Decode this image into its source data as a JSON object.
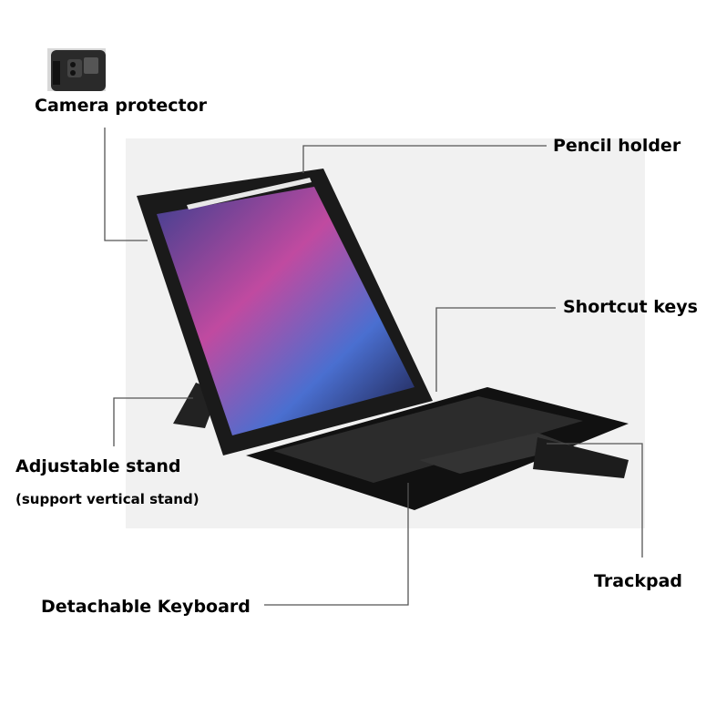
{
  "labels": {
    "camera_protector": "Camera protector",
    "pencil_holder": "Pencil holder",
    "shortcut_keys": "Shortcut keys",
    "adjustable_stand": "Adjustable stand",
    "adjustable_stand_note": "(support vertical stand)",
    "trackpad": "Trackpad",
    "detachable_keyboard": "Detachable Keyboard"
  },
  "colors": {
    "panel": "#f1f1f1",
    "leader_line": "#555555",
    "case": "#1a1a1a"
  }
}
